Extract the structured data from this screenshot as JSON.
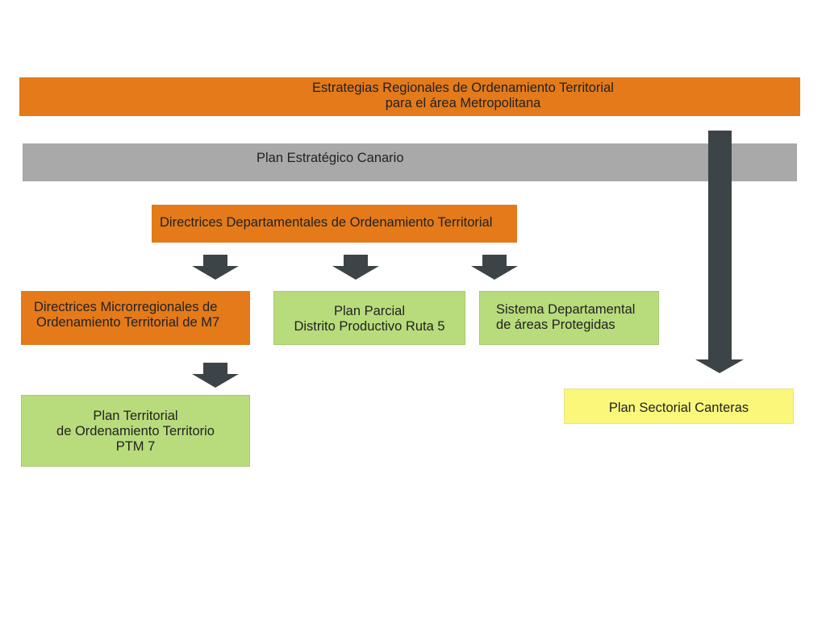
{
  "colors": {
    "orange": "#e47a1a",
    "gray": "#a9a9a9",
    "green": "#b8dc7c",
    "yellow": "#fbf77a",
    "arrow": "#3d4447"
  },
  "boxes": {
    "strategies": {
      "line1": "Estrategias Regionales de Ordenamiento Territorial",
      "line2": "para el área Metropolitana"
    },
    "plan_canario": {
      "label": "Plan Estratégico Canario"
    },
    "directrices_departamentales": {
      "label": "Directrices Departamentales de Ordenamiento Territorial"
    },
    "directrices_micro": {
      "line1": "Directrices Microrregionales de",
      "line2": "Ordenamiento Territorial de M7"
    },
    "plan_parcial": {
      "line1": "Plan Parcial",
      "line2": "Distrito Productivo Ruta 5"
    },
    "sistema_departamental": {
      "line1": "Sistema Departamental",
      "line2": "de áreas Protegidas"
    },
    "plan_territorial": {
      "line1": "Plan Territorial",
      "line2": "de Ordenamiento Territorio",
      "line3": "PTM 7"
    },
    "plan_canteras": {
      "label": "Plan Sectorial Canteras"
    }
  },
  "icons": {
    "arrow_down": "arrow-down-icon"
  }
}
